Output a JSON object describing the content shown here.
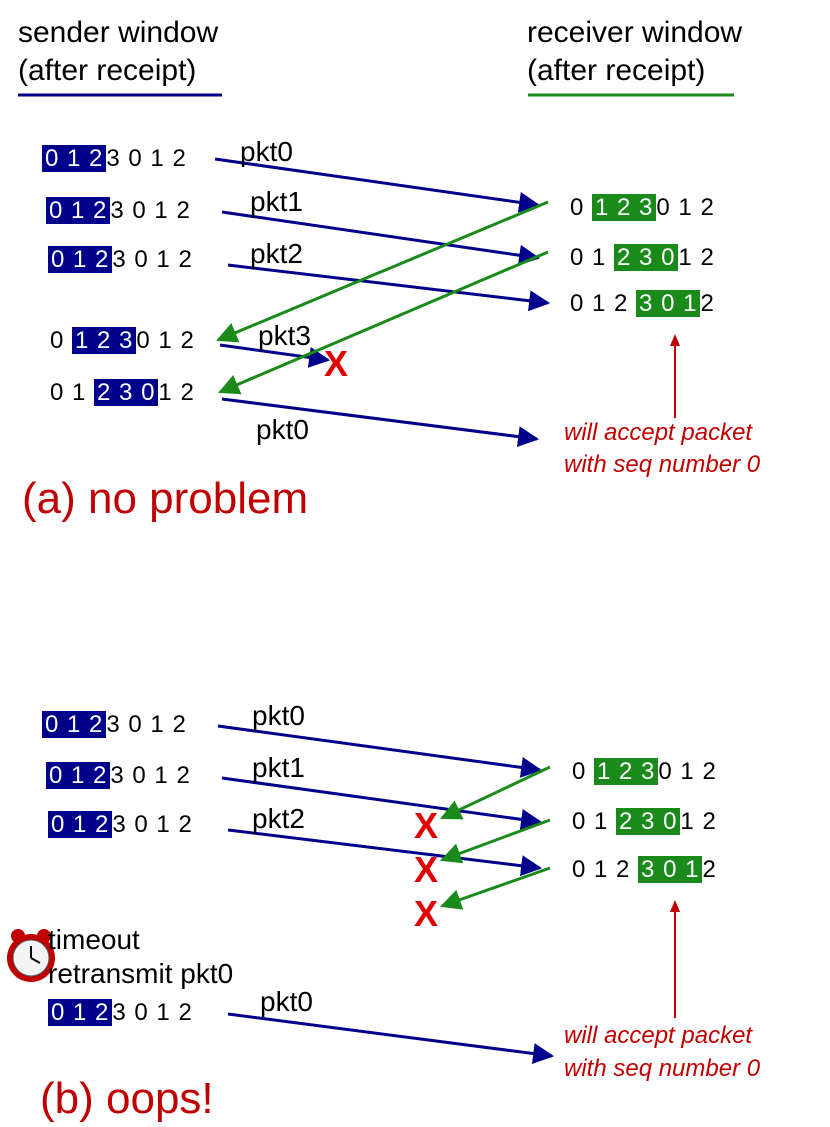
{
  "headers": {
    "sender_line1": "sender window",
    "sender_line2": "(after receipt)",
    "receiver_line1": "receiver window",
    "receiver_line2": "(after receipt)"
  },
  "colors": {
    "sender_blue": "#00008b",
    "receiver_green": "#1a8a1a",
    "red": "#c00000"
  },
  "panel_a": {
    "caption": "(a) no problem",
    "sender_windows": [
      {
        "pre": "",
        "hl": "0 1 2",
        "post": "3 0 1 2"
      },
      {
        "pre": "",
        "hl": "0 1 2",
        "post": "3 0 1 2"
      },
      {
        "pre": "",
        "hl": "0 1 2",
        "post": "3 0 1 2"
      },
      {
        "pre": "0 ",
        "hl": "1 2 3",
        "post": "0 1 2"
      },
      {
        "pre": "0 1 ",
        "hl": "2 3 0",
        "post": "1 2"
      }
    ],
    "receiver_windows": [
      {
        "pre": "0 ",
        "hl": "1 2 3",
        "post": "0 1 2"
      },
      {
        "pre": "0 1 ",
        "hl": "2 3 0",
        "post": "1 2"
      },
      {
        "pre": "0 1 2 ",
        "hl": "3 0 1",
        "post": "2"
      }
    ],
    "packets": [
      "pkt0",
      "pkt1",
      "pkt2",
      "pkt3",
      "pkt0"
    ],
    "lost_mark": "X",
    "note_line1": "will accept packet",
    "note_line2": "with seq number 0"
  },
  "panel_b": {
    "caption": "(b) oops!",
    "sender_windows": [
      {
        "pre": "",
        "hl": "0 1 2",
        "post": "3 0 1 2"
      },
      {
        "pre": "",
        "hl": "0 1 2",
        "post": "3 0 1 2"
      },
      {
        "pre": "",
        "hl": "0 1 2",
        "post": "3 0 1 2"
      },
      {
        "pre": "",
        "hl": "0 1 2",
        "post": "3 0 1 2"
      }
    ],
    "receiver_windows": [
      {
        "pre": "0 ",
        "hl": "1 2 3",
        "post": "0 1 2"
      },
      {
        "pre": "0 1 ",
        "hl": "2 3 0",
        "post": "1 2"
      },
      {
        "pre": "0 1 2 ",
        "hl": "3 0 1",
        "post": "2"
      }
    ],
    "packets": [
      "pkt0",
      "pkt1",
      "pkt2",
      "pkt0"
    ],
    "lost_marks": [
      "X",
      "X",
      "X"
    ],
    "timeout_label": "timeout",
    "retransmit_label": "retransmit pkt0",
    "clock_icon": "alarm-clock-icon",
    "note_line1": "will accept packet",
    "note_line2": "with seq number 0"
  }
}
